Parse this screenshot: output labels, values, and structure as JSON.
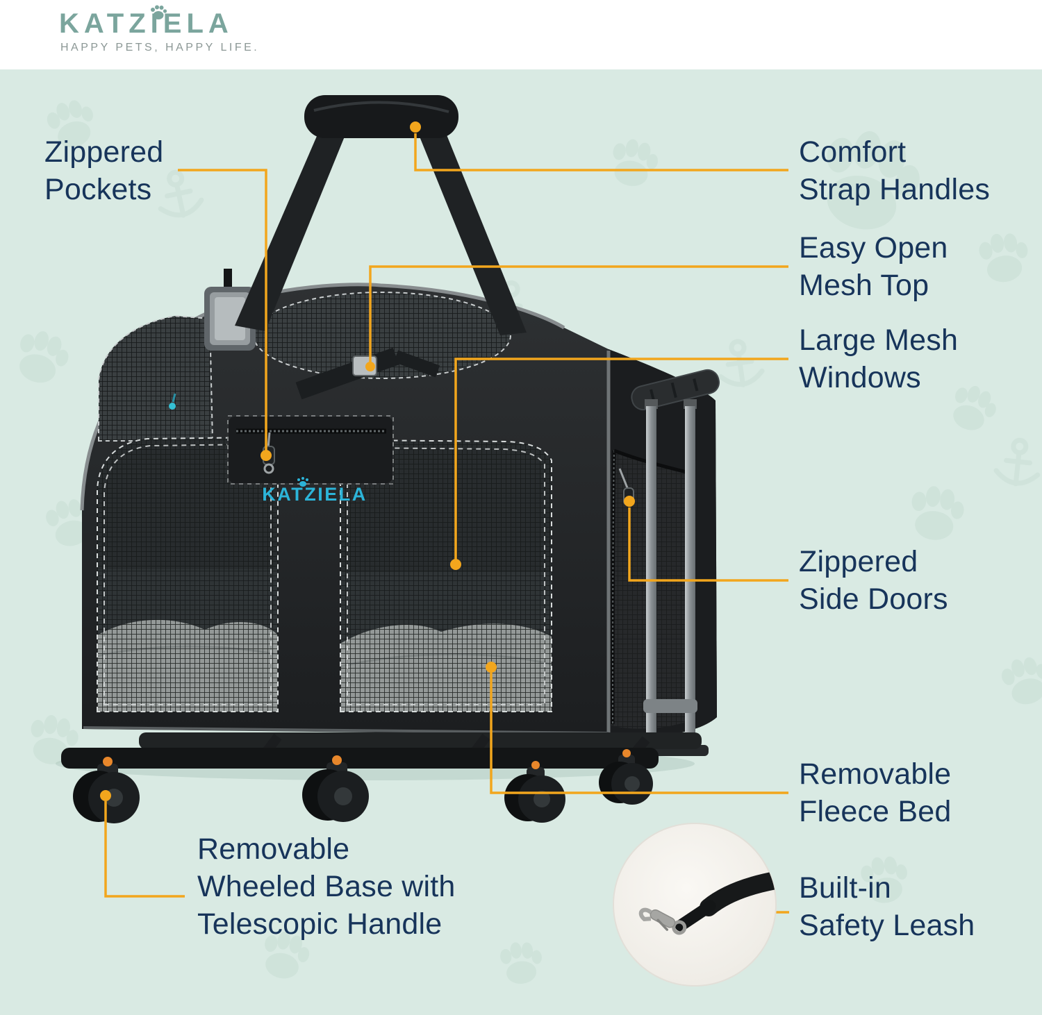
{
  "header": {
    "brand": "KATZIELA",
    "tagline": "HAPPY PETS, HAPPY LIFE."
  },
  "product": {
    "bag_logo": "KATZIELA"
  },
  "callouts": [
    {
      "id": "zippered-pockets",
      "label": "Zippered\nPockets"
    },
    {
      "id": "comfort-strap-handles",
      "label": "Comfort\nStrap Handles"
    },
    {
      "id": "easy-open-mesh-top",
      "label": "Easy Open\nMesh Top"
    },
    {
      "id": "large-mesh-windows",
      "label": "Large Mesh\nWindows"
    },
    {
      "id": "zippered-side-doors",
      "label": "Zippered\nSide Doors"
    },
    {
      "id": "removable-fleece-bed",
      "label": "Removable\nFleece Bed"
    },
    {
      "id": "removable-wheeled-base",
      "label": "Removable\nWheeled Base with\nTelescopic Handle"
    },
    {
      "id": "built-in-safety-leash",
      "label": "Built-in\nSafety Leash"
    }
  ],
  "icons": [
    "paw-icon",
    "paw-pattern",
    "leash-clasp-photo"
  ],
  "colors": {
    "background": "#d9eae3",
    "header_bg": "#ffffff",
    "callout_text": "#17345a",
    "callout_line": "#f2a61d",
    "brand_teal": "#7ba59d",
    "tagline_gray": "#8b9795",
    "bag_logo_teal": "#2cb4d8",
    "bag_black": "#232526",
    "wheel_accent_orange": "#e8872b"
  }
}
